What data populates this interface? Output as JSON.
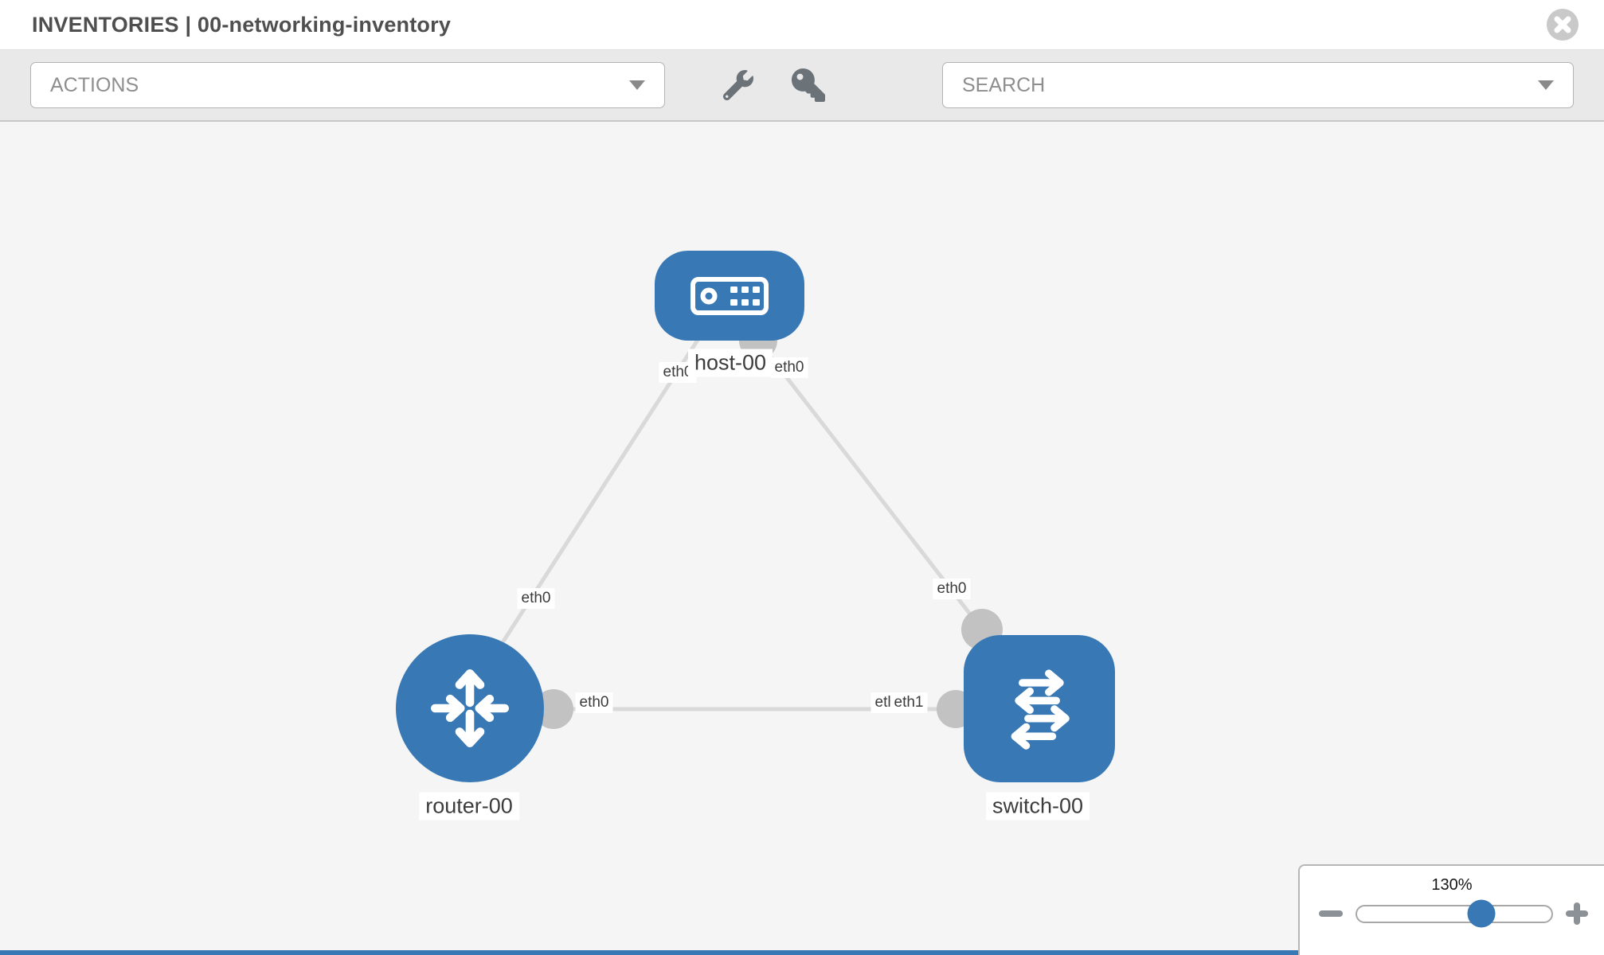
{
  "header": {
    "title": "INVENTORIES | 00-networking-inventory"
  },
  "toolbar": {
    "actions_label": "ACTIONS",
    "search_placeholder": "SEARCH",
    "tool_icons": [
      "wrench-icon",
      "key-icon"
    ]
  },
  "canvas": {
    "nodes": [
      {
        "id": "host-00",
        "type": "host",
        "label": "host-00"
      },
      {
        "id": "router-00",
        "type": "router",
        "label": "router-00"
      },
      {
        "id": "switch-00",
        "type": "switch",
        "label": "switch-00"
      }
    ],
    "links": [
      {
        "from": "host-00",
        "to": "router-00",
        "from_interface": "eth0",
        "to_interface": "eth0"
      },
      {
        "from": "host-00",
        "to": "switch-00",
        "from_interface": "eth0",
        "to_interface": "eth0"
      },
      {
        "from": "router-00",
        "to": "switch-00",
        "from_interface": "eth0",
        "to_interface": "eth1",
        "to_interface_overlapped": "eth0"
      }
    ]
  },
  "zoom_control": {
    "level": "130%",
    "minus_icon": "minus",
    "plus_icon": "plus"
  },
  "colors": {
    "node_blue": "#3879b5",
    "link_gray": "#d9d9d9",
    "connector_gray": "#c2c2c2",
    "canvas_bg": "#f5f5f5",
    "toolbar_bg": "#e9e9e9"
  }
}
